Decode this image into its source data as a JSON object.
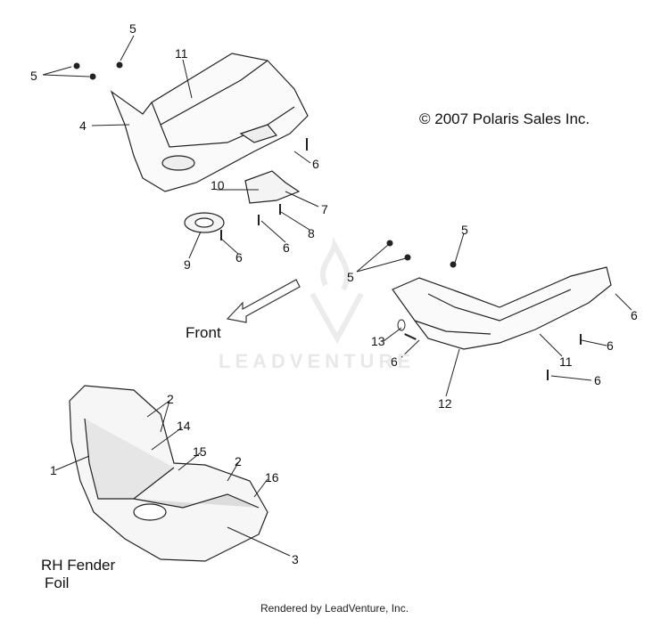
{
  "copyright": "© 2007 Polaris Sales Inc.",
  "front_label": "Front",
  "caption": [
    "RH Fender",
    "Foil"
  ],
  "footer": "Rendered by LeadVenture, Inc.",
  "watermark": "LEADVENTURE",
  "callouts": [
    "5",
    "5",
    "11",
    "4",
    "6",
    "10",
    "7",
    "8",
    "9",
    "6",
    "6",
    "5",
    "5",
    "6",
    "13",
    "6",
    "11",
    "6",
    "6",
    "12",
    "2",
    "14",
    "1",
    "15",
    "2",
    "16",
    "3"
  ]
}
